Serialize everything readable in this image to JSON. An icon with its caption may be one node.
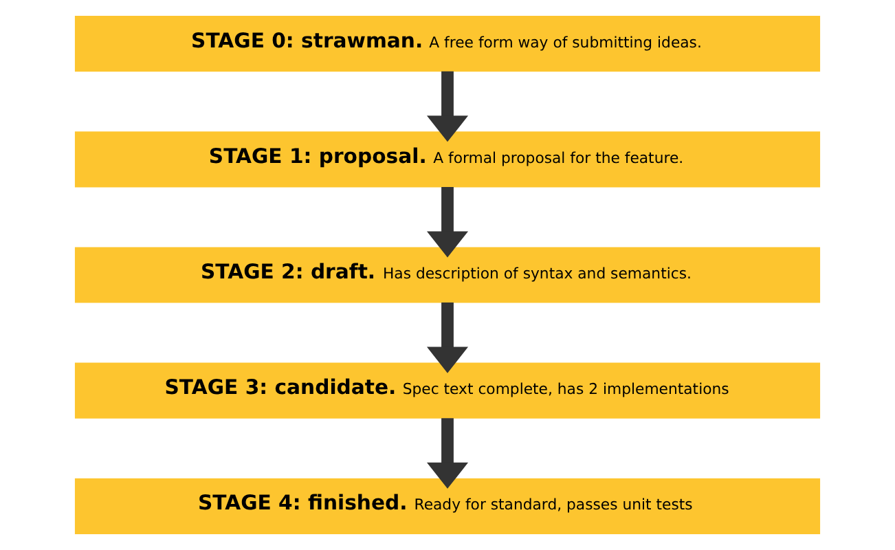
{
  "diagram": {
    "nodes": [
      {
        "text": [
          "STAGE 0: strawman.",
          "A free form way of submitting ideas."
        ]
      },
      {
        "text": [
          "STAGE 1: proposal.",
          "A formal proposal for the feature."
        ]
      },
      {
        "text": [
          "STAGE 2: draft.",
          "Has description of syntax and semantics."
        ]
      },
      {
        "text": [
          "STAGE 3: candidate.",
          "Spec text complete, has 2 implementations"
        ]
      },
      {
        "text": [
          "STAGE 4: finished.",
          "Ready for standard, passes unit tests"
        ]
      }
    ],
    "edges": [
      {
        "from": 0,
        "to": 1,
        "arrow": "to"
      },
      {
        "from": 1,
        "to": 2,
        "arrow": "to"
      },
      {
        "from": 2,
        "to": 3,
        "arrow": "to"
      },
      {
        "from": 3,
        "to": 4,
        "arrow": "to"
      }
    ]
  }
}
